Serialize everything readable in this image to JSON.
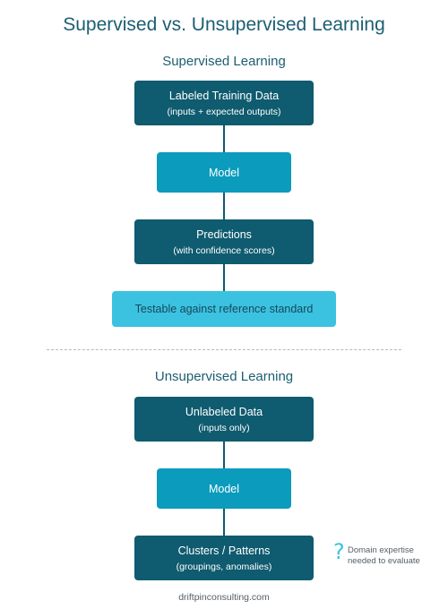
{
  "title": "Supervised vs. Unsupervised Learning",
  "supervised": {
    "heading": "Supervised Learning",
    "labeled_data": {
      "title": "Labeled Training Data",
      "subtitle": "(inputs + expected outputs)"
    },
    "model": {
      "title": "Model"
    },
    "predictions": {
      "title": "Predictions",
      "subtitle": "(with confidence scores)"
    },
    "evaluation": {
      "title": "Testable against reference standard"
    }
  },
  "unsupervised": {
    "heading": "Unsupervised Learning",
    "unlabeled_data": {
      "title": "Unlabeled Data",
      "subtitle": "(inputs only)"
    },
    "model": {
      "title": "Model"
    },
    "clusters": {
      "title": "Clusters / Patterns",
      "subtitle": "(groupings, anomalies)"
    },
    "note": {
      "mark": "?",
      "line1": "Domain expertise",
      "line2": "needed to evaluate"
    }
  },
  "footer": "driftpinconsulting.com",
  "colors": {
    "dark": "#0f5b6f",
    "mid": "#0b9bbd",
    "light": "#3cc2e1",
    "heading": "#1b5e72"
  }
}
